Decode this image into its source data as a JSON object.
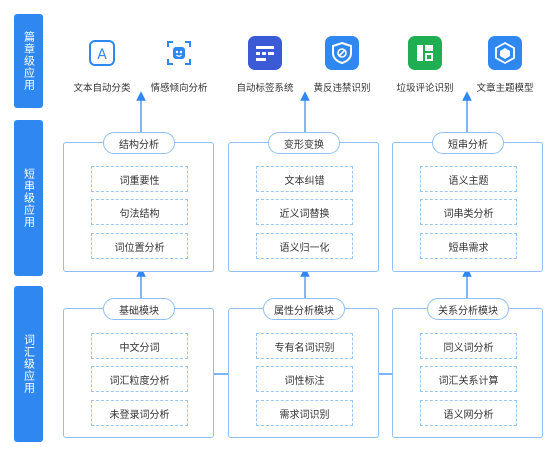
{
  "sides": [
    "篇章级应用",
    "短串级应用",
    "词汇级应用"
  ],
  "apps": [
    {
      "label": "文本自动分类",
      "icon": "text-auto-classify-icon",
      "color": "#2f87f0"
    },
    {
      "label": "情感倾向分析",
      "icon": "sentiment-analysis-icon",
      "color": "#2f87f0"
    },
    {
      "label": "自动标签系统",
      "icon": "auto-tag-icon",
      "color": "#3b5bd6"
    },
    {
      "label": "黄反违禁识别",
      "icon": "prohibited-content-icon",
      "color": "#2f87f0"
    },
    {
      "label": "垃圾评论识别",
      "icon": "spam-comment-icon",
      "color": "#1fae52"
    },
    {
      "label": "文章主题模型",
      "icon": "topic-model-icon",
      "color": "#2f87f0"
    }
  ],
  "short_groups": [
    {
      "title": "结构分析",
      "items": [
        "词重要性",
        "句法结构",
        "词位置分析"
      ]
    },
    {
      "title": "变形变换",
      "items": [
        "文本纠错",
        "近义词替换",
        "语义归一化"
      ]
    },
    {
      "title": "短串分析",
      "items": [
        "语义主题",
        "词串类分析",
        "短串需求"
      ]
    }
  ],
  "lexical_groups": [
    {
      "title": "基础模块",
      "items": [
        "中文分词",
        "词汇粒度分析",
        "未登录词分析"
      ]
    },
    {
      "title": "属性分析模块",
      "items": [
        "专有名词识别",
        "词性标注",
        "需求词识别"
      ]
    },
    {
      "title": "关系分析模块",
      "items": [
        "同义词分析",
        "词汇关系计算",
        "语义网分析"
      ]
    }
  ],
  "colors": {
    "accent": "#2f87f0",
    "border": "#8fc0f5"
  }
}
